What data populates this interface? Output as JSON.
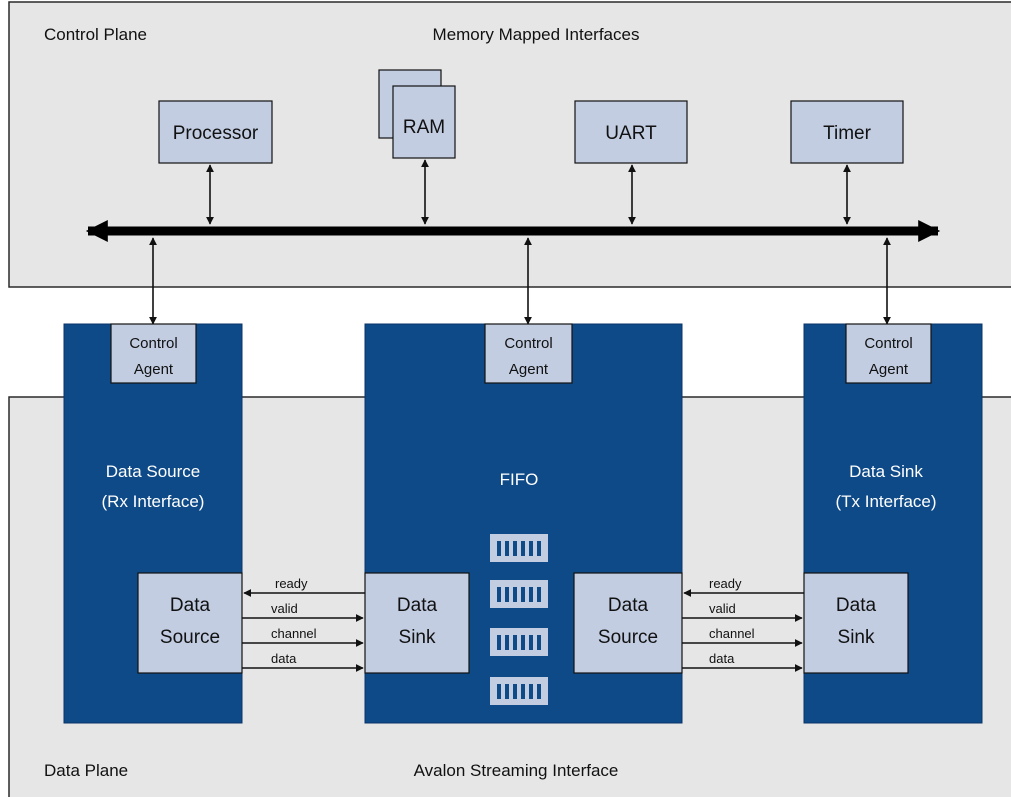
{
  "control_plane": {
    "label": "Control Plane",
    "title": "Memory Mapped Interfaces",
    "peripherals": [
      "Processor",
      "RAM",
      "UART",
      "Timer"
    ]
  },
  "data_plane": {
    "label": "Data Plane",
    "title": "Avalon Streaming Interface"
  },
  "blocks": {
    "rx": {
      "agent_line1": "Control",
      "agent_line2": "Agent",
      "title_line1": "Data Source",
      "title_line2": "(Rx Interface)",
      "inner_line1": "Data",
      "inner_line2": "Source"
    },
    "fifo": {
      "agent_line1": "Control",
      "agent_line2": "Agent",
      "title": "FIFO",
      "left_line1": "Data",
      "left_line2": "Sink",
      "right_line1": "Data",
      "right_line2": "Source"
    },
    "tx": {
      "agent_line1": "Control",
      "agent_line2": "Agent",
      "title_line1": "Data Sink",
      "title_line2": "(Tx Interface)",
      "inner_line1": "Data",
      "inner_line2": "Sink"
    }
  },
  "signals": {
    "left": [
      "ready",
      "valid",
      "channel",
      "data"
    ],
    "right": [
      "ready",
      "valid",
      "channel",
      "data"
    ]
  },
  "colors": {
    "plane_fill": "#e6e6e6",
    "block_fill": "#0e4a88",
    "box_fill": "#c2cde2"
  }
}
